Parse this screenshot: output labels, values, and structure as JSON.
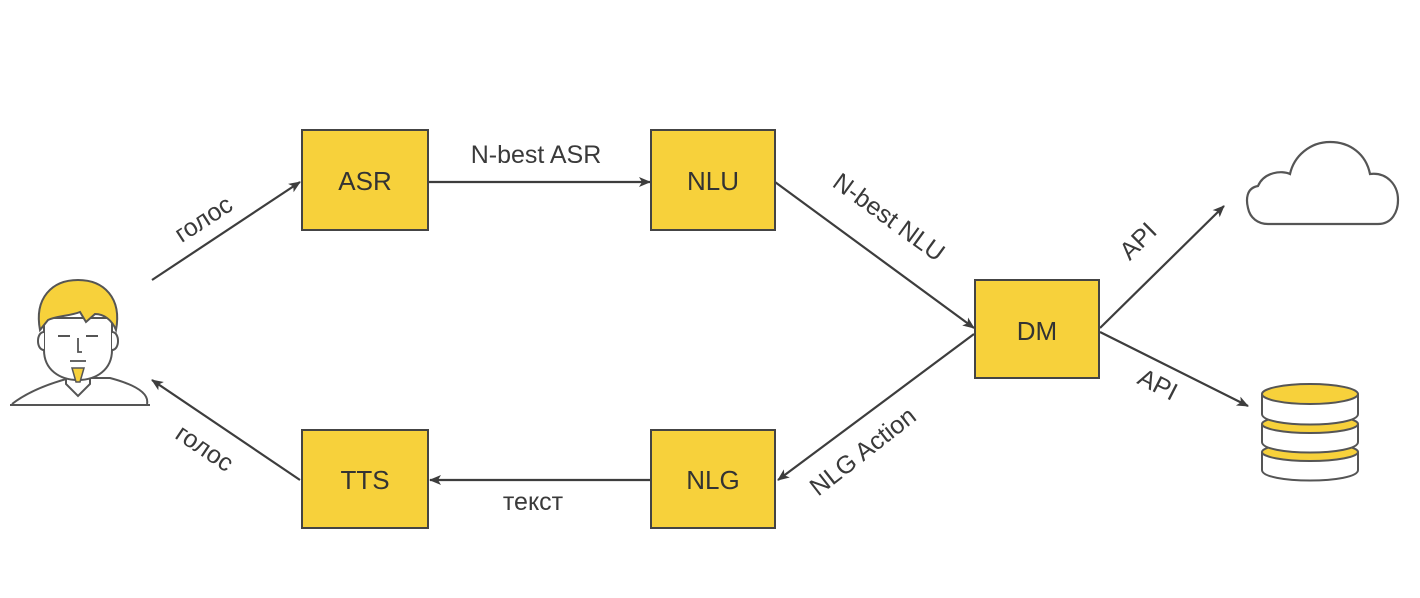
{
  "nodes": {
    "asr": "ASR",
    "nlu": "NLU",
    "dm": "DM",
    "tts": "TTS",
    "nlg": "NLG"
  },
  "edges": {
    "user_to_asr": "голос",
    "asr_to_nlu": "N-best ASR",
    "nlu_to_dm": "N-best NLU",
    "dm_to_cloud": "API",
    "dm_to_db": "API",
    "dm_to_nlg": "NLG Action",
    "nlg_to_tts": "текст",
    "tts_to_user": "голос"
  },
  "colors": {
    "box_fill": "#f7d13b",
    "accent": "#f7d13b",
    "line": "#3d3d3d",
    "text": "#333333"
  },
  "icons": {
    "user": "user-avatar-icon",
    "cloud": "cloud-icon",
    "database": "database-icon"
  }
}
